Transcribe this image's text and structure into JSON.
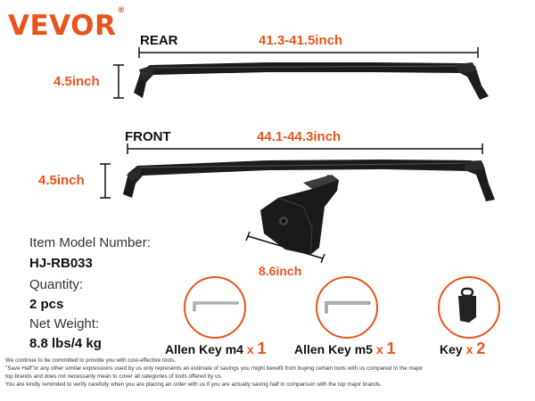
{
  "brand": {
    "name": "VEVOR",
    "mark": "®",
    "color": "#e8541b"
  },
  "rear": {
    "label": "REAR",
    "length": "41.3-41.5inch",
    "height": "4.5inch"
  },
  "front": {
    "label": "FRONT",
    "length": "44.1-44.3inch",
    "height": "4.5inch"
  },
  "foot": {
    "width": "8.6inch"
  },
  "specs": {
    "model_label": "Item Model Number:",
    "model_value": "HJ-RB033",
    "quantity_label": "Quantity:",
    "quantity_value": "2 pcs",
    "weight_label": "Net Weight:",
    "weight_value": "8.8 lbs/4 kg"
  },
  "accessories": [
    {
      "name": "Allen Key m4",
      "mult": "x",
      "count": "1"
    },
    {
      "name": "Allen Key m5",
      "mult": "x",
      "count": "1"
    },
    {
      "name": "Key",
      "mult": "x",
      "count": "2"
    }
  ],
  "disclaimer": [
    "We continue to be committed to provide you with cost-effective tools.",
    "\"Save Half\"or any other similar expressions used by us only represents an estimate of savings you might benefit from buying certain tools with us compared to the major",
    "top brands and does not necessarily mean to cover all categories of tools offered by us.",
    "You are kindly reminded to verify carefully when you are placing an order with us if you are actually saving half in comparison with the top major brands."
  ],
  "accent_color": "#e8541b"
}
